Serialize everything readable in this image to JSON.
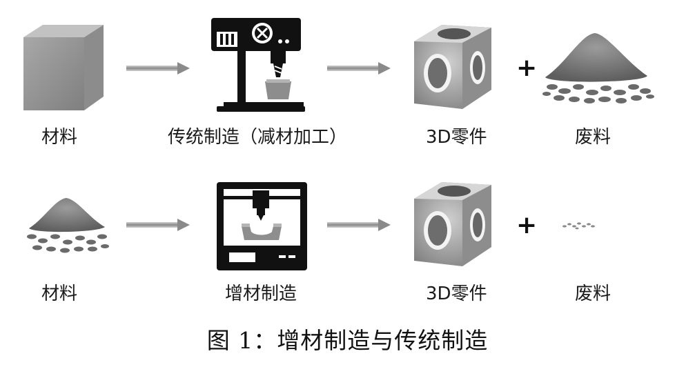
{
  "row1": {
    "input_label": "材料",
    "process_label": "传统制造（减材加工）",
    "output_label": "3D零件",
    "plus": "+",
    "waste_label": "废料"
  },
  "row2": {
    "input_label": "材料",
    "process_label": "增材制造",
    "output_label": "3D零件",
    "plus": "+",
    "waste_label": "废料"
  },
  "caption": "图 1：增材制造与传统制造"
}
